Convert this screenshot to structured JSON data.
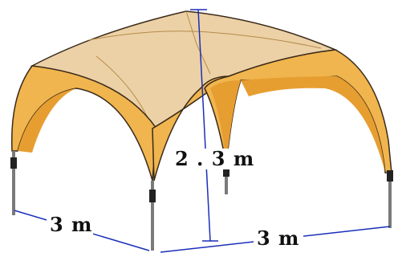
{
  "labels": {
    "height": "2 . 3 m",
    "width_left": "3 m",
    "width_right": "3 m"
  },
  "colors": {
    "canopy_top": "#ecd1a6",
    "canopy_face": "#f0b54e",
    "canopy_shade": "#e79e31",
    "pole": "#7a7a7a",
    "dimension_line": "#1a2fb8",
    "outline": "#3a2a1a"
  },
  "icons": {
    "object": "gazebo-tent"
  }
}
